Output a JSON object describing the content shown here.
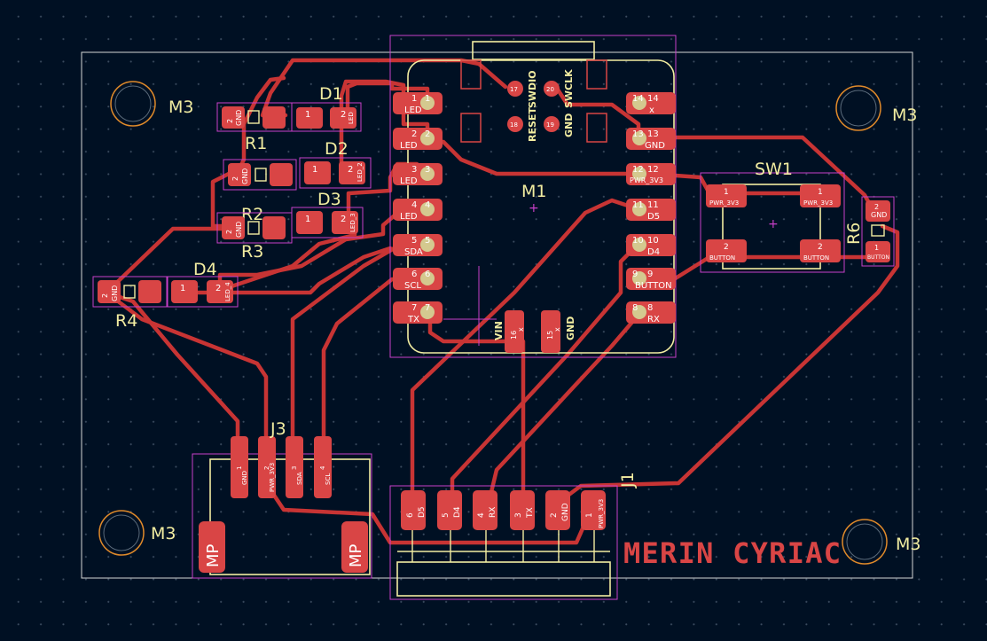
{
  "board": {
    "author_text": "MERIN CYRIAC",
    "colors": {
      "background": "#001023",
      "copper": "#c83434",
      "pad": "#d94545",
      "silkscreen": "#f2eda1",
      "courtyard": "#c940c9",
      "edge_cuts": "#d6d6d6",
      "mounting_hole_ring": "#e08a2a"
    }
  },
  "mounting_holes": [
    {
      "label": "M3"
    },
    {
      "label": "M3"
    },
    {
      "label": "M3"
    },
    {
      "label": "M3"
    }
  ],
  "m1": {
    "ref": "M1",
    "left_pins": [
      {
        "num": "1",
        "name": "LED"
      },
      {
        "num": "2",
        "name": "LED"
      },
      {
        "num": "3",
        "name": "LED"
      },
      {
        "num": "4",
        "name": "LED"
      },
      {
        "num": "5",
        "name": "SDA"
      },
      {
        "num": "6",
        "name": "SCL"
      },
      {
        "num": "7",
        "name": "TX"
      }
    ],
    "right_pins": [
      {
        "num": "14",
        "name": "x"
      },
      {
        "num": "13",
        "name": "GND"
      },
      {
        "num": "12",
        "name": "PWR_3V3"
      },
      {
        "num": "11",
        "name": "D5"
      },
      {
        "num": "10",
        "name": "D4"
      },
      {
        "num": "9",
        "name": "BUTTON"
      },
      {
        "num": "8",
        "name": "RX"
      }
    ],
    "top_pads": [
      {
        "num": "17",
        "label": "SWDIO"
      },
      {
        "num": "20",
        "label": "SWCLK"
      },
      {
        "num": "18",
        "label": "RESET"
      },
      {
        "num": "19",
        "label": "GND"
      }
    ],
    "bottom_pads": [
      {
        "num": "16",
        "name": "x",
        "label": "VIN"
      },
      {
        "num": "15",
        "name": "x",
        "label": "GND"
      }
    ]
  },
  "leds": [
    {
      "ref": "D1",
      "pad1": "1",
      "pad2": "2",
      "name2": "LED"
    },
    {
      "ref": "D2",
      "pad1": "1",
      "pad2": "2",
      "name2": "LED_2"
    },
    {
      "ref": "D3",
      "pad1": "1",
      "pad2": "2",
      "name2": "LED_3"
    },
    {
      "ref": "D4",
      "pad1": "1",
      "pad2": "2",
      "name2": "LED_4"
    }
  ],
  "resistors": [
    {
      "ref": "R1",
      "pad2": "2",
      "net2": "GND"
    },
    {
      "ref": "R2",
      "pad2": "2",
      "net2": "GND"
    },
    {
      "ref": "R3",
      "pad2": "2",
      "net2": "GND"
    },
    {
      "ref": "R4",
      "pad2": "2",
      "net2": "GND"
    },
    {
      "ref": "R6",
      "pad1": "1",
      "net1": "BUTTON",
      "pad2": "2",
      "net2": "GND"
    }
  ],
  "sw1": {
    "ref": "SW1",
    "pads": [
      {
        "num": "1",
        "net": "PWR_3V3"
      },
      {
        "num": "1",
        "net": "PWR_3V3"
      },
      {
        "num": "2",
        "net": "BUTTON"
      },
      {
        "num": "2",
        "net": "BUTTON"
      }
    ]
  },
  "j3": {
    "ref": "J3",
    "pins": [
      {
        "num": "1",
        "net": "GND"
      },
      {
        "num": "2",
        "net": "PWR_3V3"
      },
      {
        "num": "3",
        "net": "SDA"
      },
      {
        "num": "4",
        "net": "SCL"
      }
    ],
    "mount_label": "MP"
  },
  "j1": {
    "ref": "J1",
    "pins": [
      {
        "num": "6",
        "net": "D5"
      },
      {
        "num": "5",
        "net": "D4"
      },
      {
        "num": "4",
        "net": "RX"
      },
      {
        "num": "3",
        "net": "TX"
      },
      {
        "num": "2",
        "net": "GND"
      },
      {
        "num": "1",
        "net": "PWR_3V3"
      }
    ]
  }
}
